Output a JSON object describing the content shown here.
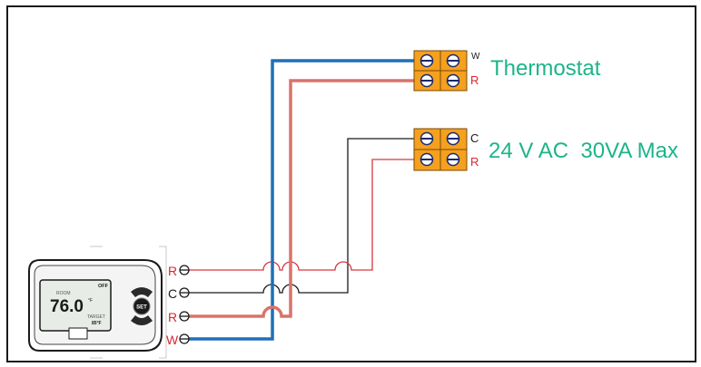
{
  "colors": {
    "background": "#ffffff",
    "border": "#1a1a1a",
    "terminal_orange": "#f5a01e",
    "screw_blue": "#1a2a6e",
    "wire_w": "#1f6fb8",
    "wire_r_thick": "#d9736a",
    "wire_r_thin": "#d9363e",
    "wire_c": "#1a1a1a",
    "label_teal": "#1db489",
    "label_red": "#d9262e",
    "lcd_screen": "#e7ece7"
  },
  "blocks": {
    "thermostat": {
      "title": "Thermostat",
      "top_label": "W",
      "bottom_label": "R"
    },
    "power": {
      "title": "24 V AC  30VA Max",
      "top_label": "C",
      "bottom_label": "R"
    }
  },
  "device": {
    "room_label": "ROOM",
    "temperature": "76.0",
    "temp_unit": "°F",
    "mode": "OFF",
    "target_label": "TARGET",
    "target_value": "85°F",
    "button_label": "SET"
  },
  "terminals": [
    {
      "label": "R",
      "wire": "red-thin"
    },
    {
      "label": "C",
      "wire": "black"
    },
    {
      "label": "R",
      "wire": "red-thick"
    },
    {
      "label": "W",
      "wire": "blue"
    }
  ]
}
